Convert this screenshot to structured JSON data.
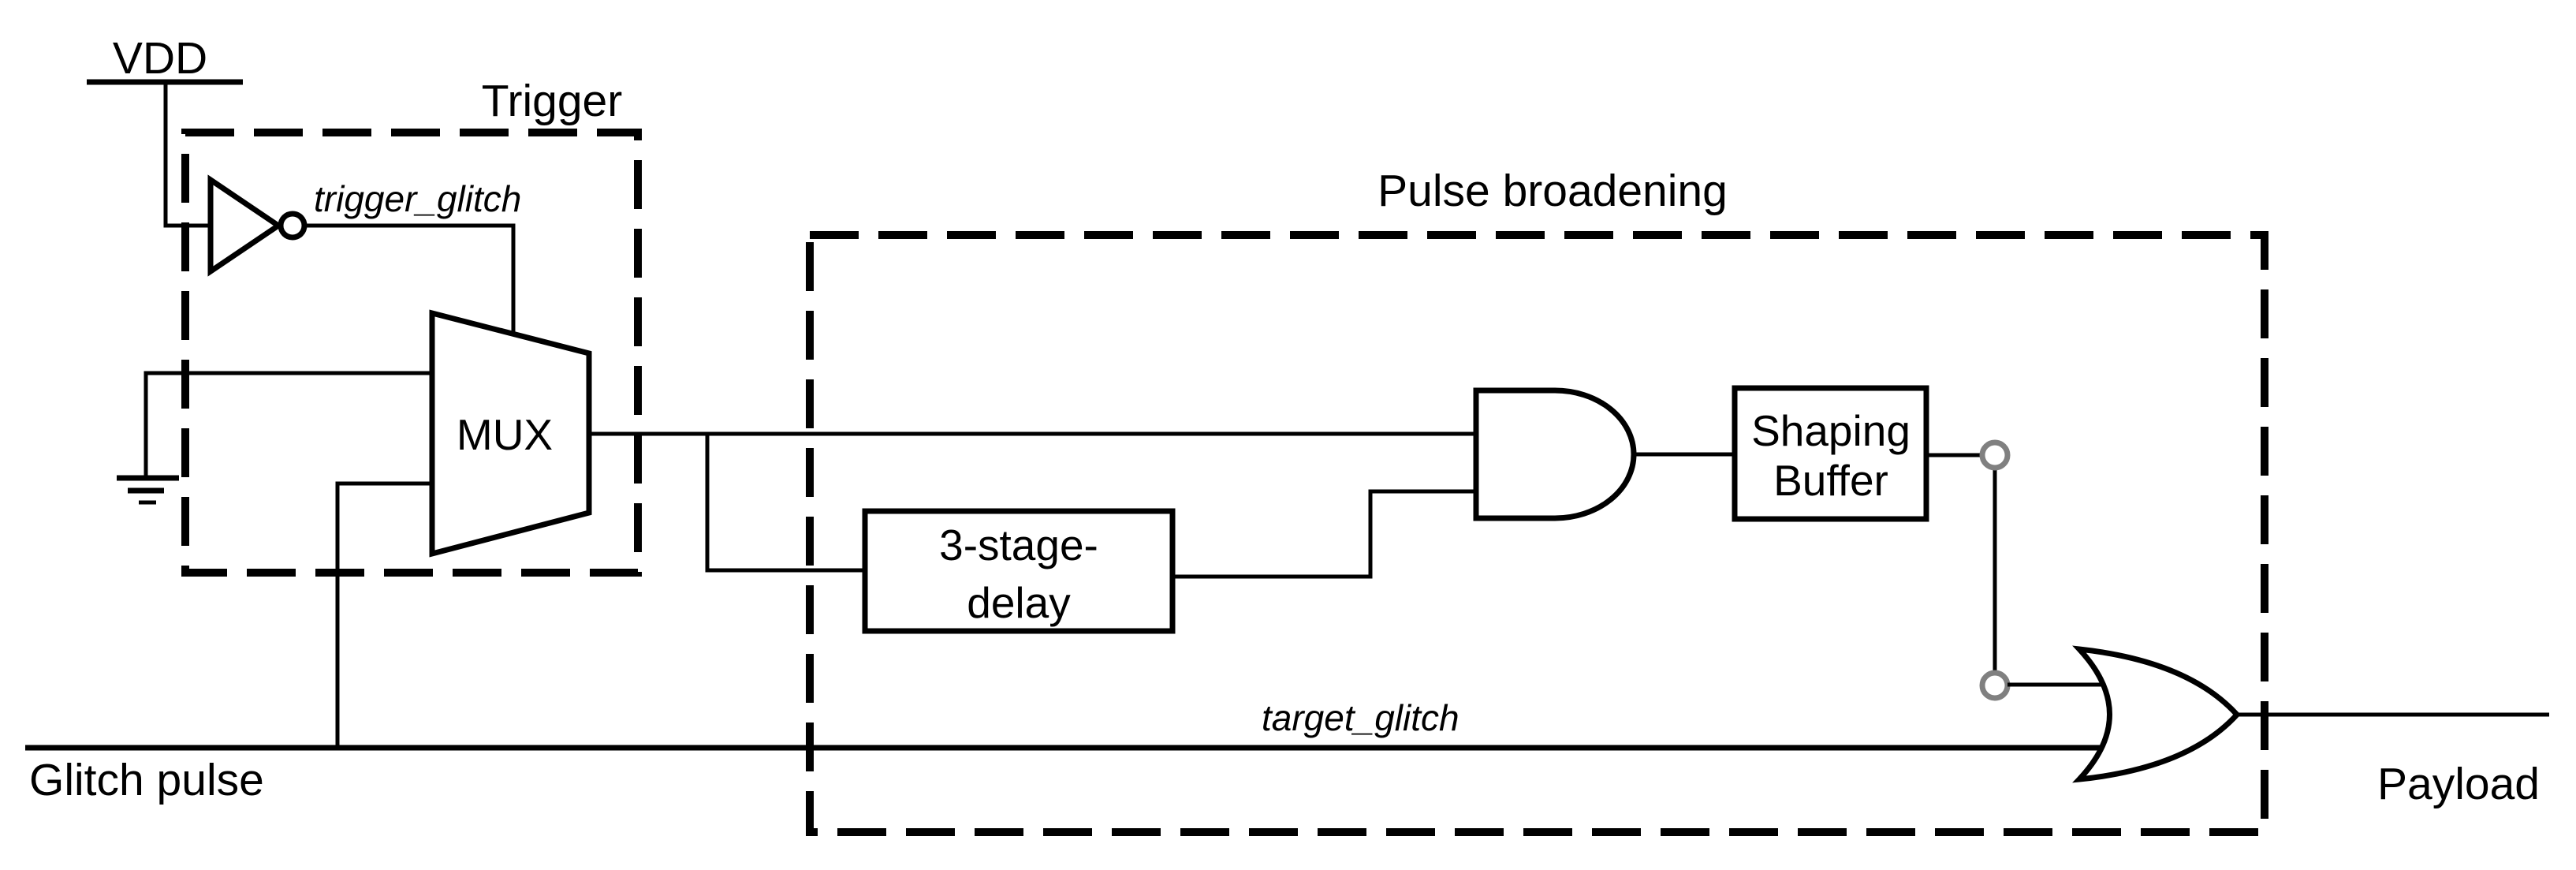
{
  "diagram": {
    "background": "#ffffff",
    "line_color": "#000000",
    "connector_color": "#808080",
    "labels": {
      "vdd": "VDD",
      "trigger_box": "Trigger",
      "trigger_glitch_net": "trigger_glitch",
      "mux": "MUX",
      "pulse_broadening_box": "Pulse broadening",
      "delay_line1": "3-stage-",
      "delay_line2": "delay",
      "shaping_line1": "Shaping",
      "shaping_line2": "Buffer",
      "target_glitch_net": "target_glitch",
      "glitch_pulse_input": "Glitch pulse",
      "payload_output": "Payload"
    }
  }
}
